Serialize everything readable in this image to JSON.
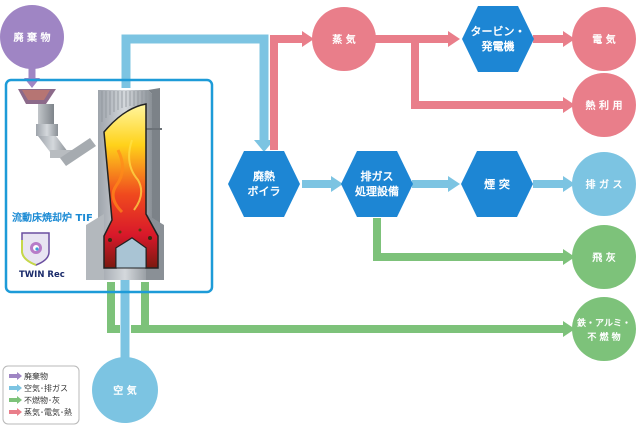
{
  "colors": {
    "waste": "#9f85c4",
    "air_gas": "#7cc4e2",
    "ash": "#7dc27a",
    "steam": "#e97e8a",
    "process": "#1d86d4",
    "frame": "#1d9bd8"
  },
  "nodes": {
    "waste_input": "廃 棄 物",
    "steam": "蒸 気",
    "turbine_line1": "タービン・",
    "turbine_line2": "発電機",
    "electricity": "電 気",
    "heat_use": "熱 利 用",
    "boiler_line1": "廃熱",
    "boiler_line2": "ボイラ",
    "gas_treatment_line1": "排ガス",
    "gas_treatment_line2": "処理設備",
    "stack": "煙 突",
    "exhaust_gas": "排 ガ ス",
    "fly_ash": "飛 灰",
    "metals_line1": "鉄・アルミ・",
    "metals_line2": "不 燃 物",
    "air": "空 気"
  },
  "furnace": {
    "label": "流動床焼却炉 TIF",
    "logo_text": "TWIN Rec"
  },
  "legend": [
    {
      "label": "廃棄物",
      "color_key": "waste"
    },
    {
      "label": "空気･排ガス",
      "color_key": "air_gas"
    },
    {
      "label": "不燃物･灰",
      "color_key": "ash"
    },
    {
      "label": "蒸気･電気･熱",
      "color_key": "steam"
    }
  ]
}
